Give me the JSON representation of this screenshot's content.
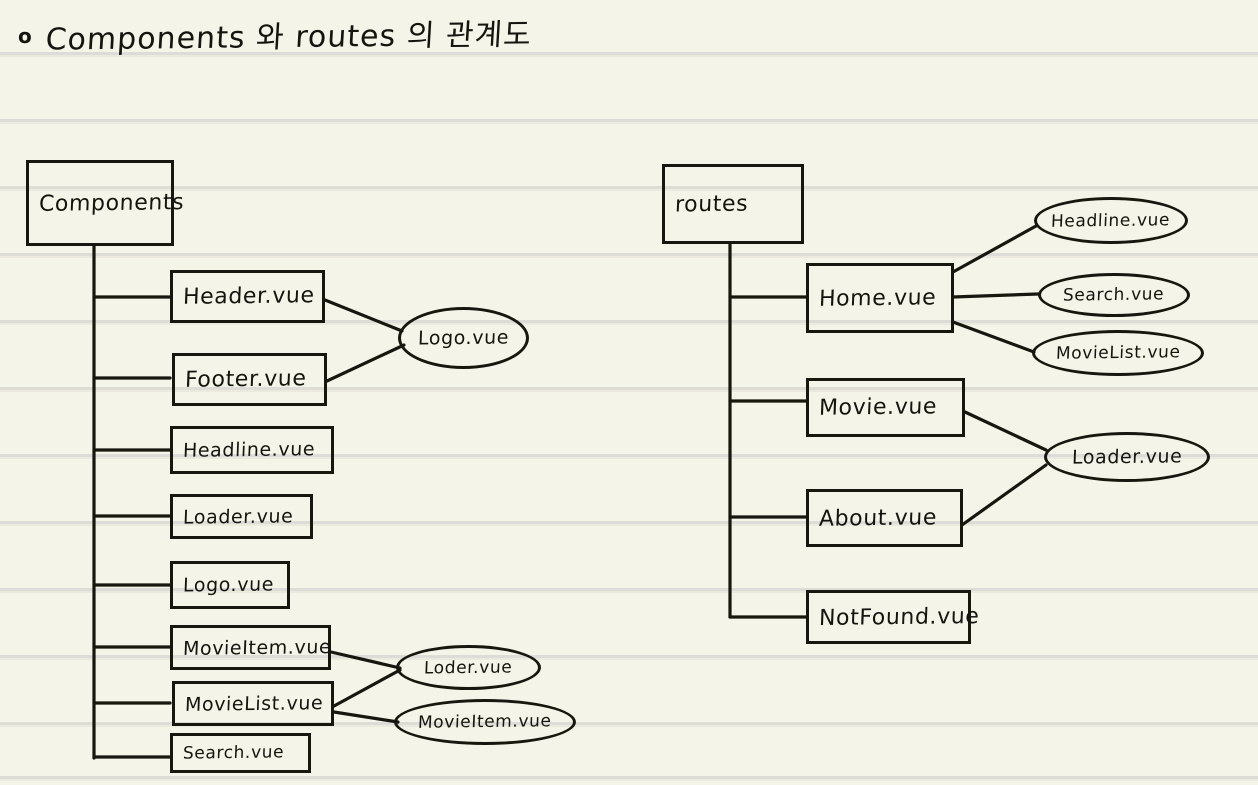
{
  "page": {
    "bullet": "o",
    "heading": "Components 와 routes 의 관계도",
    "background_color": "#f5f4e8",
    "ink_color": "#17160f",
    "rule_color": "#dedcd6"
  },
  "diagram": {
    "type": "tree-diagram",
    "trees": [
      {
        "id": "components-tree",
        "root": {
          "label": "Components",
          "shape": "box"
        },
        "children": [
          {
            "label": "Header.vue",
            "shape": "box",
            "links": [
              "Logo.vue"
            ]
          },
          {
            "label": "Footer.vue",
            "shape": "box",
            "links": [
              "Logo.vue"
            ]
          },
          {
            "label": "Headline.vue",
            "shape": "box",
            "links": []
          },
          {
            "label": "Loader.vue",
            "shape": "box",
            "links": []
          },
          {
            "label": "Logo.vue",
            "shape": "box",
            "links": []
          },
          {
            "label": "MovieItem.vue",
            "shape": "box",
            "links": [
              "Loder.vue"
            ]
          },
          {
            "label": "MovieList.vue",
            "shape": "box",
            "links": [
              "Loder.vue",
              "MovieItem.vue"
            ]
          },
          {
            "label": "Search.vue",
            "shape": "box",
            "links": []
          }
        ],
        "leaves": [
          {
            "label": "Logo.vue",
            "shape": "ellipse"
          },
          {
            "label": "Loder.vue",
            "shape": "ellipse"
          },
          {
            "label": "MovieItem.vue",
            "shape": "ellipse"
          }
        ]
      },
      {
        "id": "routes-tree",
        "root": {
          "label": "routes",
          "shape": "box"
        },
        "children": [
          {
            "label": "Home.vue",
            "shape": "box",
            "links": [
              "Headline.vue",
              "Search.vue",
              "MovieList.vue"
            ]
          },
          {
            "label": "Movie.vue",
            "shape": "box",
            "links": [
              "Loader.vue"
            ]
          },
          {
            "label": "About.vue",
            "shape": "box",
            "links": [
              "Loader.vue"
            ]
          },
          {
            "label": "NotFound.vue",
            "shape": "box",
            "links": []
          }
        ],
        "leaves": [
          {
            "label": "Headline.vue",
            "shape": "ellipse"
          },
          {
            "label": "Search.vue",
            "shape": "ellipse"
          },
          {
            "label": "MovieList.vue",
            "shape": "ellipse"
          },
          {
            "label": "Loader.vue",
            "shape": "ellipse"
          }
        ]
      }
    ]
  },
  "nodes": {
    "components_root": "Components",
    "header": "Header.vue",
    "footer": "Footer.vue",
    "headline_box": "Headline.vue",
    "loader_box": "Loader.vue",
    "logo_box": "Logo.vue",
    "movieitem_box": "MovieItem.vue",
    "movielist_box": "MovieList.vue",
    "search_box": "Search.vue",
    "logo_ellipse": "Logo.vue",
    "loder_ellipse": "Loder.vue",
    "movieitem_ellipse": "MovieItem.vue",
    "routes_root": "routes",
    "home": "Home.vue",
    "movie": "Movie.vue",
    "about": "About.vue",
    "notfound": "NotFound.vue",
    "headline_ellipse": "Headline.vue",
    "search_ellipse": "Search.vue",
    "movielist_ellipse": "MovieList.vue",
    "loader_ellipse": "Loader.vue"
  }
}
